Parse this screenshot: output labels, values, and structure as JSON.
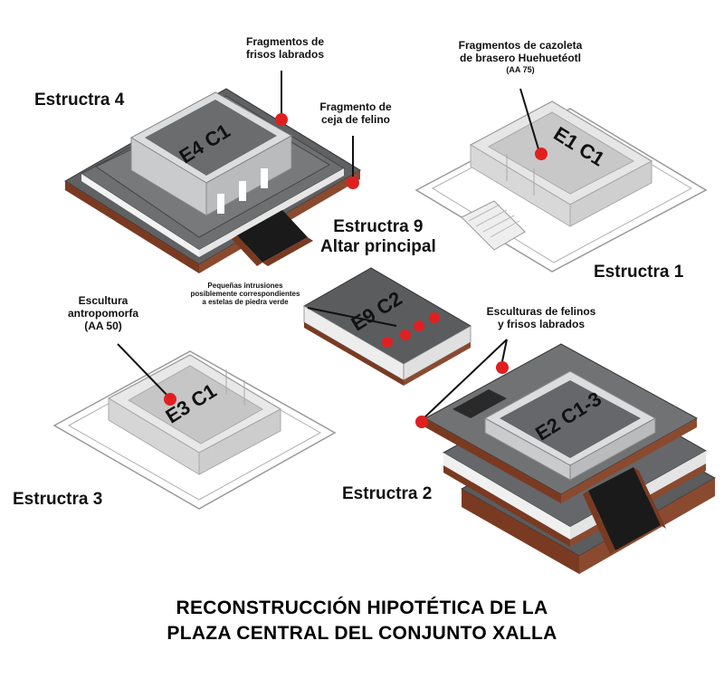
{
  "structures": {
    "e4": {
      "name": "Estructra 4",
      "code": "E4 C1"
    },
    "e1": {
      "name": "Estructra 1",
      "code": "E1 C1"
    },
    "e9": {
      "name_line1": "Estructra 9",
      "name_line2": "Altar principal",
      "code": "E9 C2"
    },
    "e3": {
      "name": "Estructra 3",
      "code": "E3 C1"
    },
    "e2": {
      "name": "Estructra 2",
      "code": "E2 C1-3"
    }
  },
  "annotations": {
    "frisos_line1": "Fragmentos de",
    "frisos_line2": "frisos labrados",
    "ceja_line1": "Fragmento de",
    "ceja_line2": "ceja de felino",
    "cazoleta_line1": "Fragmentos de cazoleta",
    "cazoleta_line2": "de brasero Huehuetéotl",
    "cazoleta_line3": "(AA 75)",
    "intrusiones_line1": "Pequeñas intrusiones",
    "intrusiones_line2": "posiblemente correspondientes",
    "intrusiones_line3": "a estelas de piedra verde",
    "escultura_line1": "Escultura",
    "escultura_line2": "antropomorfa",
    "escultura_line3": "(AA 50)",
    "felinos_line1": "Esculturas de felinos",
    "felinos_line2": "y frisos labrados"
  },
  "caption": {
    "line1": "RECONSTRUCCIÓN HIPOTÉTICA DE LA",
    "line2": "PLAZA CENTRAL DEL CONJUNTO XALLA"
  },
  "colors": {
    "marker": "#e02020",
    "platform_top": "#6f7173",
    "platform_side": "#7a3a22",
    "room": "#c9cbcd",
    "stairs": "#1a1a1a"
  }
}
